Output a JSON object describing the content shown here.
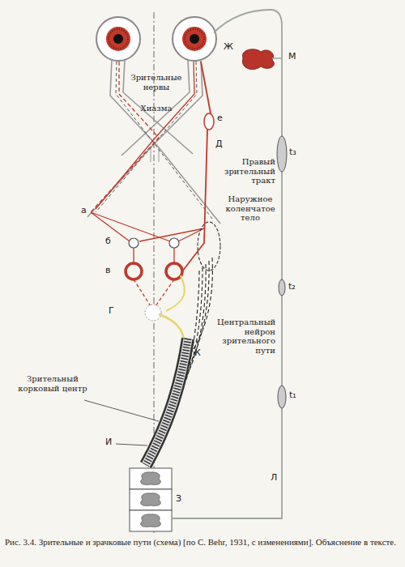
{
  "diagram": {
    "caption": "Рис. 3.4. Зрительные и зрачковые пути (схема) [по C. Behr, 1931, с изменениями]. Объяснение в тексте.",
    "labels": [
      "Ж",
      "Зрительные нервы",
      "Хиазма",
      "е",
      "Д",
      "Правый зрительный тракт",
      "Наружное коленчатое тело",
      "а",
      "б",
      "в",
      "Г",
      "К",
      "М",
      "t₃",
      "t₂",
      "t₁",
      "Центральный нейрон зрительного пути",
      "Зрительный корковый центр",
      "И",
      "З",
      "Л"
    ]
  }
}
